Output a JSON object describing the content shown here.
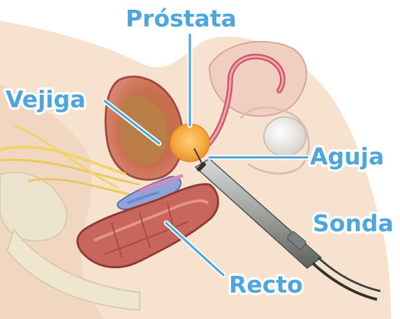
{
  "labels": {
    "prostate": "Próstata",
    "bladder": "Vejiga",
    "needle": "Aguja",
    "probe": "Sonda",
    "rectum": "Recto"
  },
  "colors": {
    "label": "#4ea7dc",
    "skin": "#f4dcc6",
    "muscle": "#c8655c",
    "prostate": "#f2a73a"
  }
}
